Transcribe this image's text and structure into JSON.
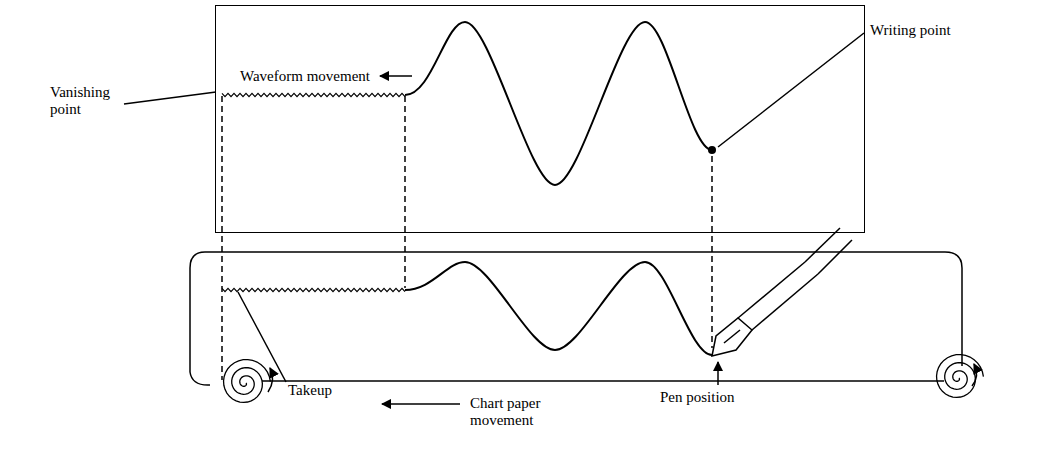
{
  "diagram": {
    "nodes": [
      {
        "text": [
          "Waveform movement"
        ]
      }
    ],
    "labels": [
      "Vanishing point",
      "Writing point",
      "Takeup",
      "Chart paper movement",
      "Pen position"
    ]
  }
}
